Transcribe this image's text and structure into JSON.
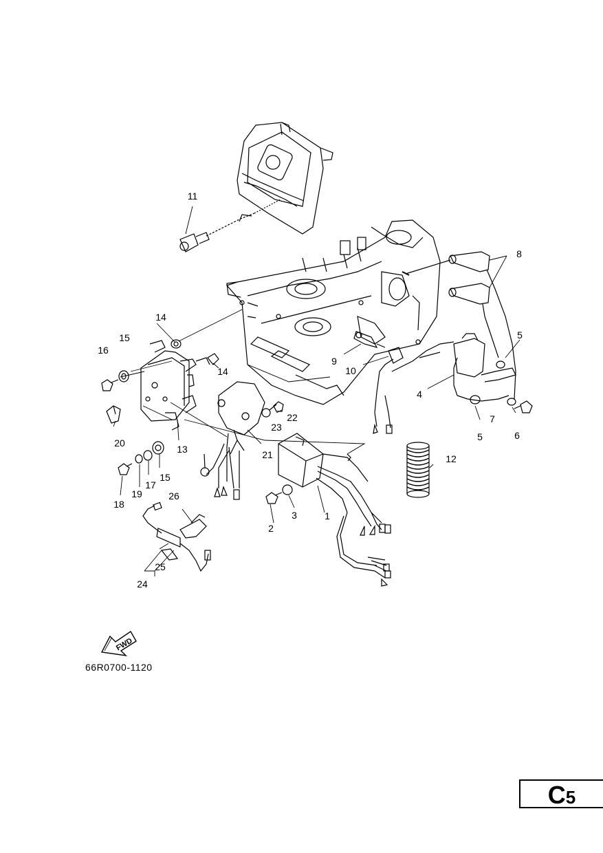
{
  "diagram": {
    "callouts": [
      {
        "id": "11",
        "label": "11"
      },
      {
        "id": "8",
        "label": "8"
      },
      {
        "id": "14a",
        "label": "14"
      },
      {
        "id": "14b",
        "label": "14"
      },
      {
        "id": "15a",
        "label": "15"
      },
      {
        "id": "16",
        "label": "16"
      },
      {
        "id": "5a",
        "label": "5"
      },
      {
        "id": "5b",
        "label": "5"
      },
      {
        "id": "9",
        "label": "9"
      },
      {
        "id": "10",
        "label": "10"
      },
      {
        "id": "4",
        "label": "4"
      },
      {
        "id": "7",
        "label": "7"
      },
      {
        "id": "6",
        "label": "6"
      },
      {
        "id": "20",
        "label": "20"
      },
      {
        "id": "13",
        "label": "13"
      },
      {
        "id": "23",
        "label": "23"
      },
      {
        "id": "22",
        "label": "22"
      },
      {
        "id": "21",
        "label": "21"
      },
      {
        "id": "12",
        "label": "12"
      },
      {
        "id": "19",
        "label": "19"
      },
      {
        "id": "17",
        "label": "17"
      },
      {
        "id": "15b",
        "label": "15"
      },
      {
        "id": "18",
        "label": "18"
      },
      {
        "id": "26",
        "label": "26"
      },
      {
        "id": "2",
        "label": "2"
      },
      {
        "id": "3",
        "label": "3"
      },
      {
        "id": "1",
        "label": "1"
      },
      {
        "id": "25",
        "label": "25"
      },
      {
        "id": "24",
        "label": "24"
      }
    ],
    "fwd_label": "FWD",
    "drawing_code": "66R0700-1120"
  },
  "page_badge": {
    "letter": "C",
    "number": "5"
  }
}
